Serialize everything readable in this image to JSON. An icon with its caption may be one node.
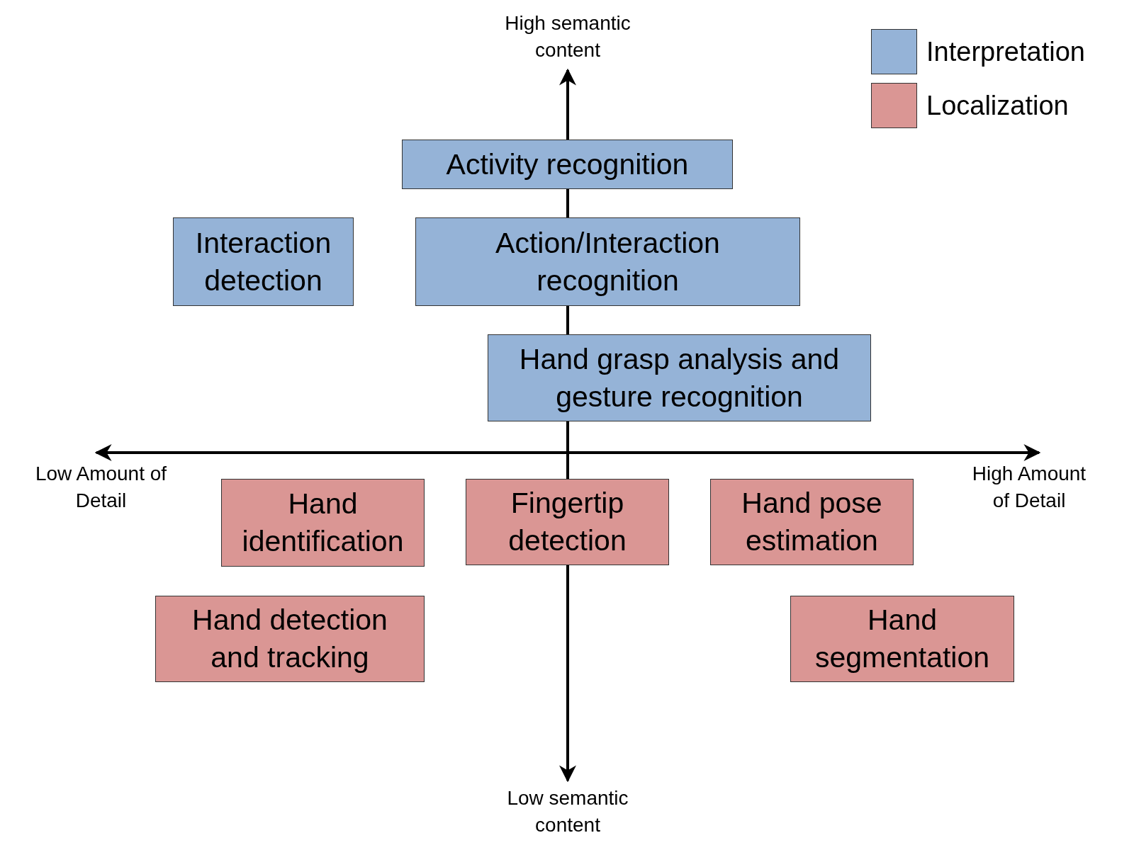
{
  "diagram": {
    "nodes": [
      {
        "text": [
          "Activity recognition"
        ]
      },
      {
        "text": [
          "Interaction detection"
        ]
      },
      {
        "text": [
          "Action/Interaction recognition"
        ]
      },
      {
        "text": [
          "Hand grasp analysis and gesture recognition"
        ]
      },
      {
        "text": [
          "Hand identification"
        ]
      },
      {
        "text": [
          "Fingertip detection"
        ]
      },
      {
        "text": [
          "Hand pose estimation"
        ]
      },
      {
        "text": [
          "Hand detection and tracking"
        ]
      },
      {
        "text": [
          "Hand segmentation"
        ]
      }
    ],
    "labels": [
      "High semantic content",
      "Low Amount of Detail",
      "High Amount of Detail",
      "Low semantic content"
    ],
    "legend": [
      {
        "text": "Interpretation",
        "color": "#95b3d7"
      },
      {
        "text": "Localization",
        "color": "#da9694"
      }
    ]
  }
}
